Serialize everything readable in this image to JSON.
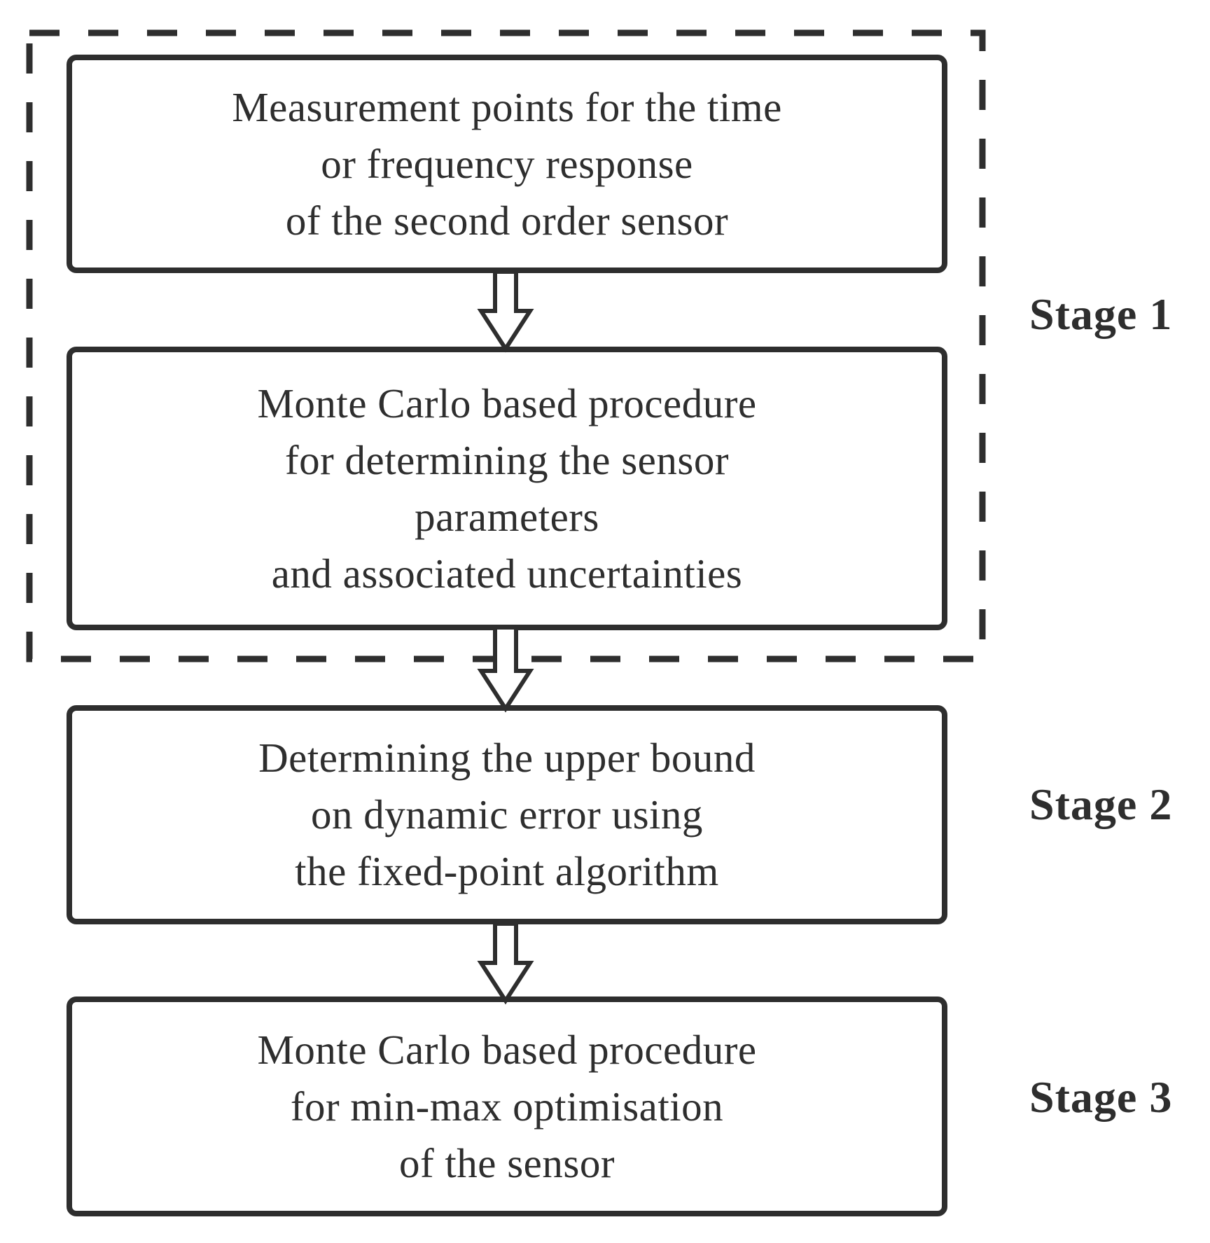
{
  "diagram": {
    "boxes": [
      {
        "id": "measurement-points",
        "lines": [
          "Measurement points for the time",
          "or frequency response",
          "of the second order sensor"
        ]
      },
      {
        "id": "monte-carlo-parameters",
        "lines": [
          "Monte Carlo based procedure",
          "for determining the sensor",
          "parameters",
          "and associated uncertainties"
        ]
      },
      {
        "id": "upper-bound-dynamic-error",
        "lines": [
          "Determining the upper bound",
          "on dynamic error using",
          "the fixed-point algorithm"
        ]
      },
      {
        "id": "monte-carlo-minmax",
        "lines": [
          "Monte Carlo based procedure",
          "for min-max optimisation",
          "of the sensor"
        ]
      }
    ],
    "stages": [
      {
        "label": "Stage 1"
      },
      {
        "label": "Stage 2"
      },
      {
        "label": "Stage 3"
      }
    ],
    "colors": {
      "ink": "#2e2e2e",
      "background": "#ffffff"
    }
  }
}
